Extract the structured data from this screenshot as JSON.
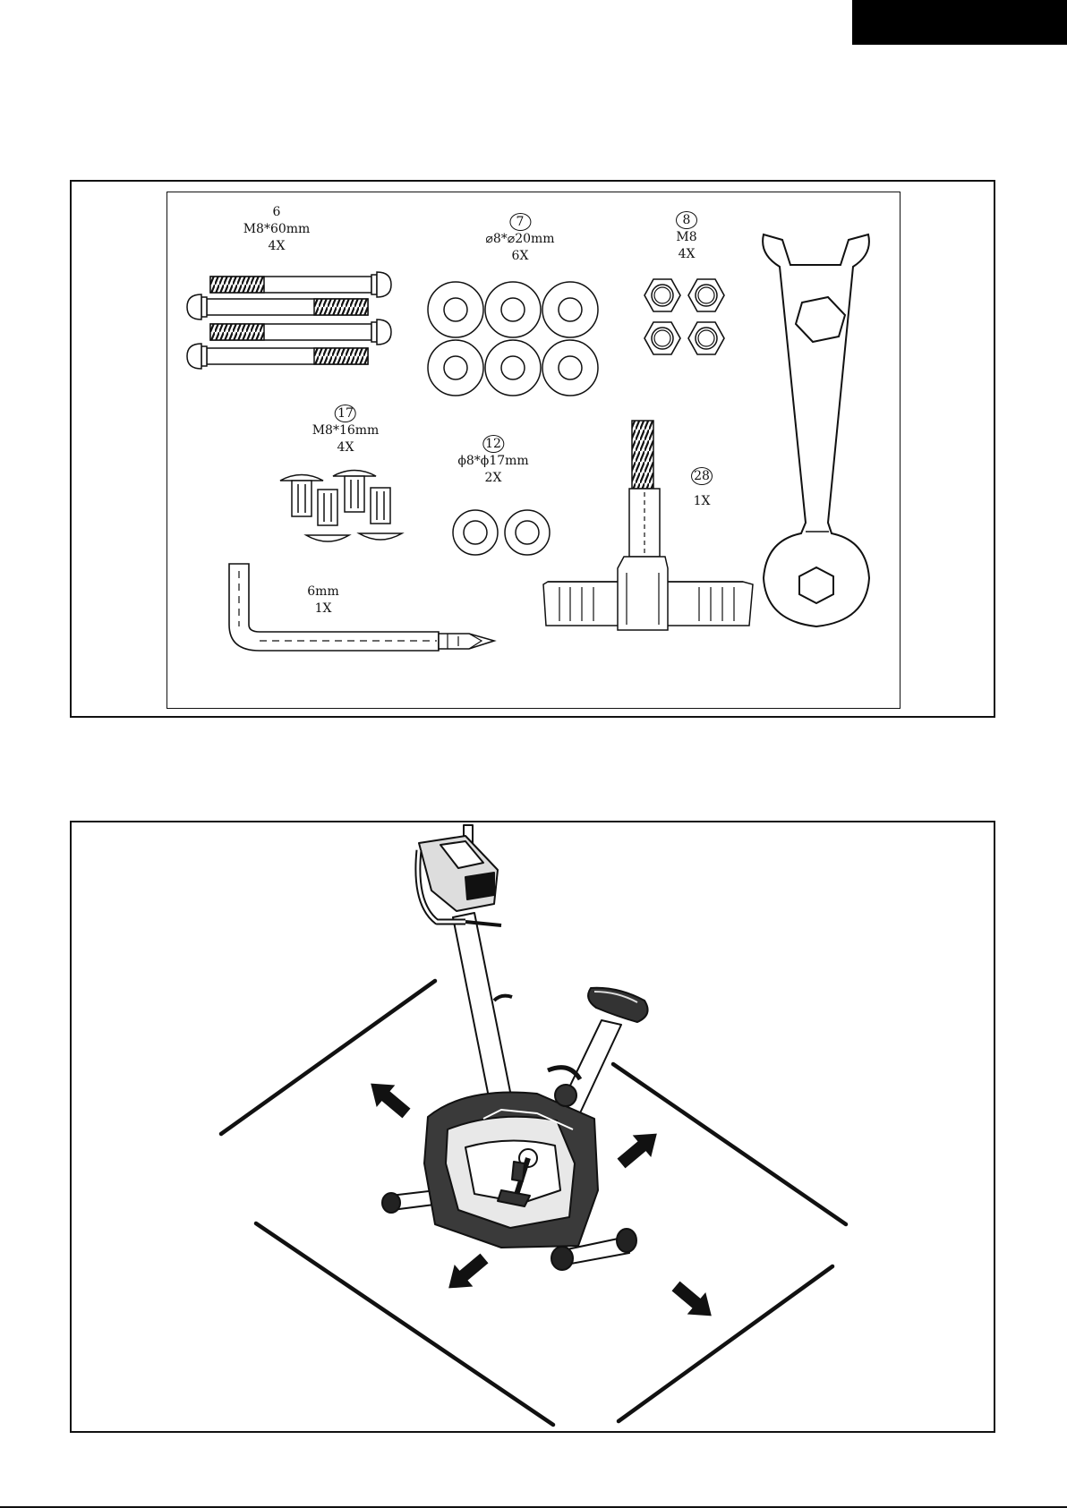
{
  "parts": [
    {
      "id": "bolt",
      "number": "6",
      "circled": false,
      "spec": "M8*60mm",
      "qty": "4X"
    },
    {
      "id": "washer20",
      "number": "7",
      "circled": true,
      "spec": "⌀8*⌀20mm",
      "qty": "6X"
    },
    {
      "id": "nut",
      "number": "8",
      "circled": true,
      "spec": "M8",
      "qty": "4X"
    },
    {
      "id": "bolt16",
      "number": "17",
      "circled": true,
      "spec": "M8*16mm",
      "qty": "4X"
    },
    {
      "id": "washer17",
      "number": "12",
      "circled": true,
      "spec": "ϕ8*ϕ17mm",
      "qty": "2X"
    },
    {
      "id": "knob",
      "number": "28",
      "circled": true,
      "spec": "",
      "qty": "1X"
    },
    {
      "id": "allen",
      "number": "",
      "circled": false,
      "spec": "6mm",
      "qty": "1X"
    }
  ],
  "icons": {
    "bolt": "bolt-icon",
    "washer20": "flat-washer-icon",
    "nut": "hex-nut-icon",
    "bolt16": "short-bolt-icon",
    "washer17": "small-washer-icon",
    "knob": "adjustment-knob-icon",
    "allen": "allen-key-screwdriver-icon",
    "wrench": "combination-wrench-icon",
    "bike": "exercise-bike-icon",
    "arrows": "direction-arrow-icon"
  }
}
